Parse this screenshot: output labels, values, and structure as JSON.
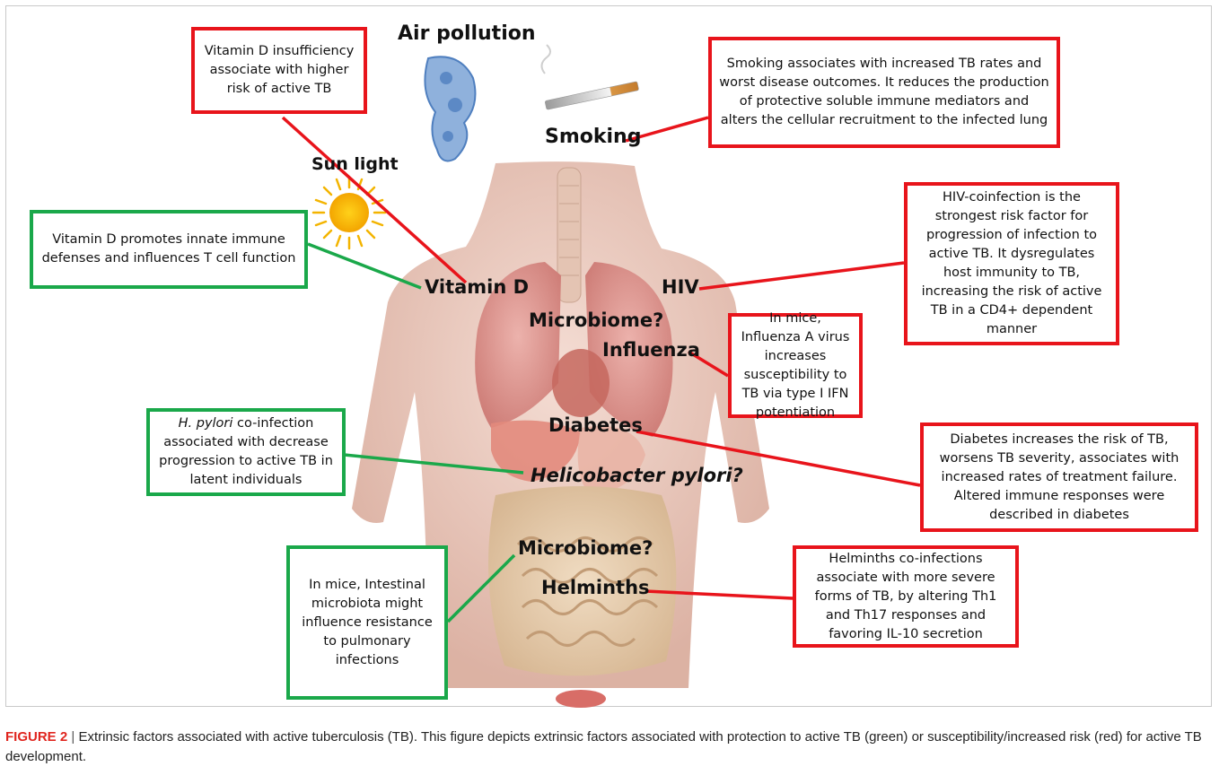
{
  "labels": {
    "air_pollution": "Air pollution",
    "smoking": "Smoking",
    "sun_light": "Sun light",
    "vitamin_d": "Vitamin D",
    "hiv": "HIV",
    "microbiome_upper": "Microbiome?",
    "influenza": "Influenza",
    "diabetes": "Diabetes",
    "helicobacter": "Helicobacter pylori?",
    "microbiome_lower": "Microbiome?",
    "helminths": "Helminths"
  },
  "boxes": {
    "vitd_insufficiency": "Vitamin D insufficiency associate with higher risk of active TB",
    "smoking": "Smoking associates with increased TB rates and worst disease outcomes. It reduces the production of protective soluble immune mediators and alters the cellular recruitment to the infected lung",
    "vitd_promotes": "Vitamin D promotes innate immune defenses and influences T cell function",
    "hiv": "HIV-coinfection is the strongest risk factor for progression of infection to active TB. It dysregulates host immunity to TB, increasing the risk of active TB in a CD4+ dependent manner",
    "influenza": "In mice, Influenza A virus increases susceptibility to TB via type I IFN potentiation",
    "hpylori_italic": "H. pylori",
    "hpylori_rest": " co-infection associated with decrease progression to active TB in latent individuals",
    "diabetes": "Diabetes increases the risk of TB, worsens TB severity, associates with increased rates of treatment failure. Altered immune responses were described in diabetes",
    "microbiota": "In mice, Intestinal microbiota might influence resistance to pulmonary infections",
    "helminths": "Helminths co-infections associate with more severe forms of TB, by altering Th1 and Th17 responses and favoring IL-10 secretion"
  },
  "caption": {
    "figure_label": "FIGURE 2",
    "separator": "|",
    "text": "Extrinsic factors associated with active tuberculosis (TB). This figure depicts extrinsic factors associated with protection to active TB (green) or susceptibility/increased risk (red) for active TB development."
  },
  "colors": {
    "risk": "#e8141b",
    "protection": "#1aa84a",
    "figure_label": "#e0261f"
  }
}
